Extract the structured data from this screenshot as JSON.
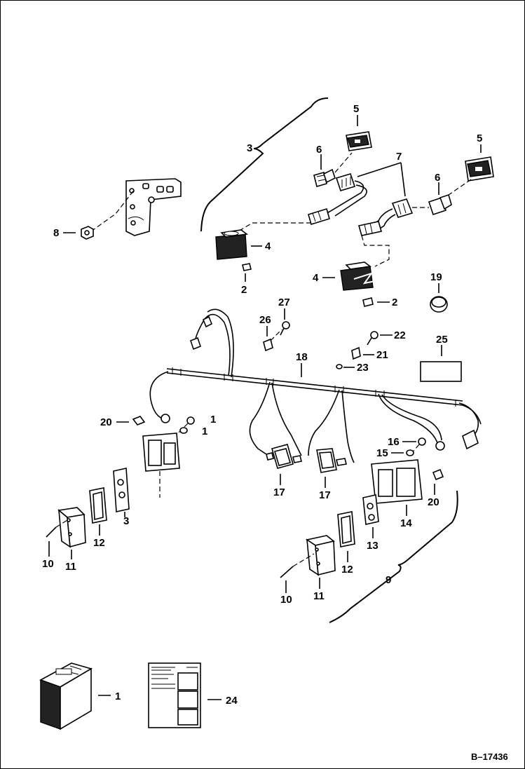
{
  "drawing_ref": "B–17436",
  "callouts": {
    "c1a": "1",
    "c1b": "1",
    "c1c": "1",
    "c2a": "2",
    "c2b": "2",
    "c3": "3",
    "c4a": "4",
    "c4b": "4",
    "c5a": "5",
    "c5b": "5",
    "c6a": "6",
    "c6b": "6",
    "c7": "7",
    "c8": "8",
    "c9": "9",
    "c10a": "10",
    "c10b": "10",
    "c11a": "11",
    "c11b": "11",
    "c12a": "12",
    "c12b": "12",
    "c13a": "3",
    "c13b": "13",
    "c14": "14",
    "c15": "15",
    "c16": "16",
    "c17a": "17",
    "c17b": "17",
    "c18": "18",
    "c19": "19",
    "c20a": "20",
    "c20b": "20",
    "c21": "21",
    "c22": "22",
    "c23": "23",
    "c24": "24",
    "c25": "25",
    "c26": "26",
    "c27": "27"
  }
}
